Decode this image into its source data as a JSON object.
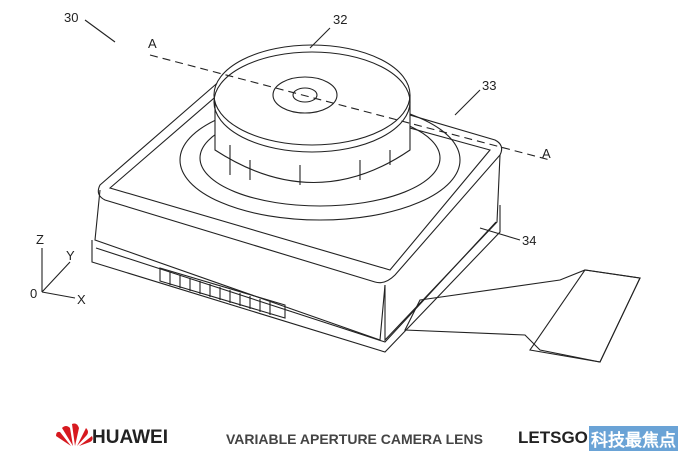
{
  "figure": {
    "labels": {
      "device": "30",
      "lens": "32",
      "housing": "33",
      "flex": "34",
      "section_left": "A",
      "section_right": "A"
    },
    "axes": {
      "z": "Z",
      "y": "Y",
      "x": "X",
      "origin": "0"
    }
  },
  "footer": {
    "brand": "HUAWEI",
    "caption": "VARIABLE APERTURE CAMERA LENS",
    "site": "LETSGO",
    "watermark": "科技最焦点"
  },
  "colors": {
    "brand_red": "#d7191f",
    "line": "#222222"
  }
}
